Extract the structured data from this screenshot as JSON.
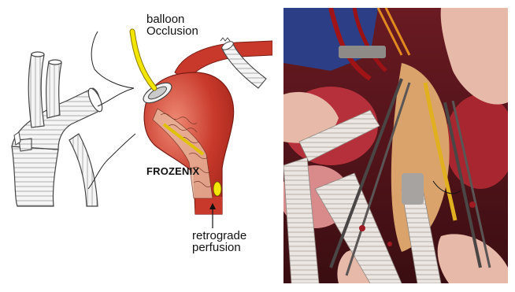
{
  "illustration": {
    "labels": {
      "balloon_line1": "balloon",
      "balloon_line2": "Occlusion",
      "device": "FROZENIX",
      "retrograde_line1": "retrograde",
      "retrograde_line2": "perfusion"
    },
    "colors": {
      "aorta_red": "#c8392b",
      "aorta_highlight": "#e8735f",
      "balloon_catheter": "#f2e600",
      "graft_white": "#f4f4f4",
      "outline": "#333333"
    }
  },
  "photo": {
    "colors": {
      "drape_blue": "#2c3f86",
      "tissue_red": "#b5303a",
      "fat_yellow": "#d9a36b",
      "glove_skin": "#e7b9a8",
      "graft_white": "#e9e3df",
      "instrument_steel": "#8e8a88"
    }
  }
}
